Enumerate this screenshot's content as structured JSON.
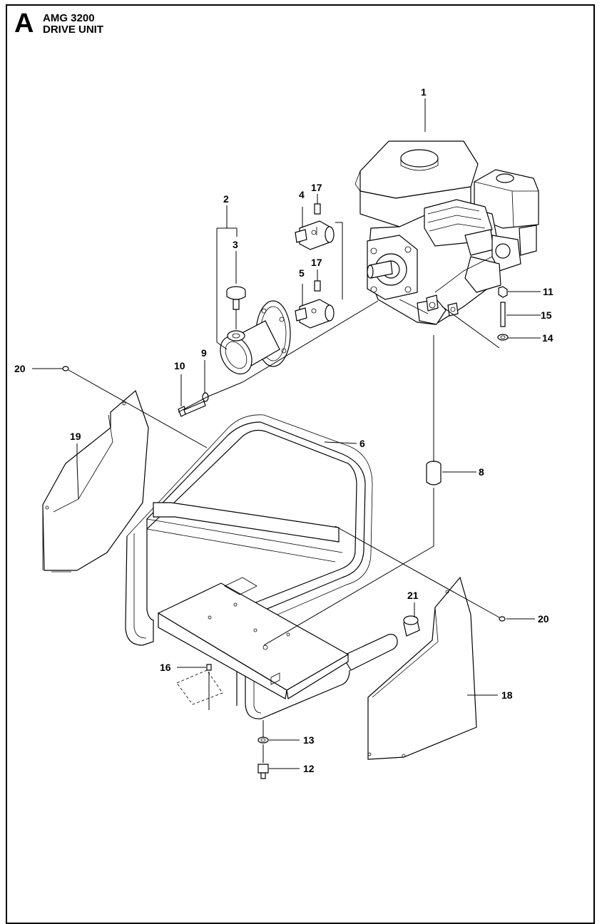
{
  "header": {
    "section_letter": "A",
    "model": "AMG 3200",
    "title": "DRIVE UNIT"
  },
  "callouts": {
    "c1": "1",
    "c2": "2",
    "c3": "3",
    "c4": "4",
    "c5": "5",
    "c6": "6",
    "c8": "8",
    "c9": "9",
    "c10": "10",
    "c11": "11",
    "c12": "12",
    "c13": "13",
    "c14": "14",
    "c15": "15",
    "c16": "16",
    "c17a": "17",
    "c17b": "17",
    "c18": "18",
    "c19": "19",
    "c20a": "20",
    "c20b": "20",
    "c21": "21"
  }
}
